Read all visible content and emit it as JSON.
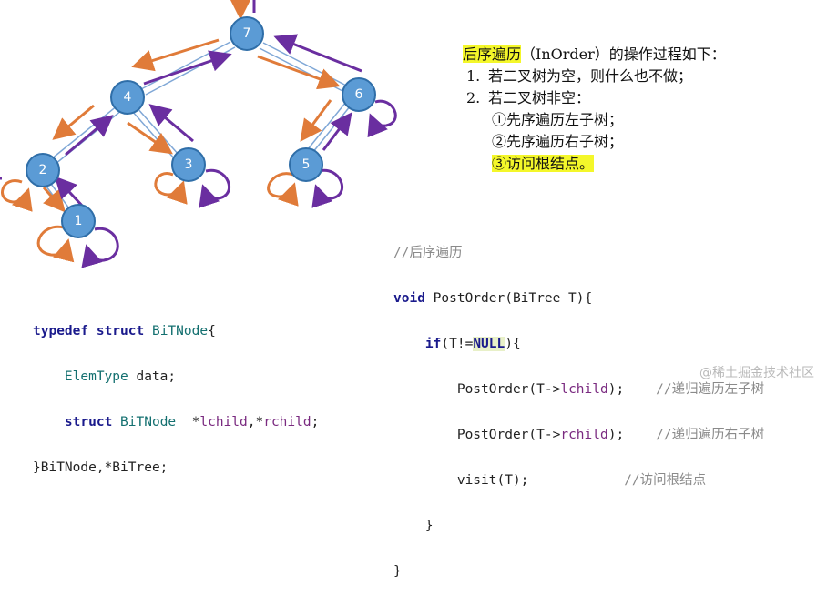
{
  "tree": {
    "nodes": [
      {
        "id": "7",
        "label": "7"
      },
      {
        "id": "4",
        "label": "4"
      },
      {
        "id": "6",
        "label": "6"
      },
      {
        "id": "2",
        "label": "2"
      },
      {
        "id": "3",
        "label": "3"
      },
      {
        "id": "5",
        "label": "5"
      },
      {
        "id": "1",
        "label": "1"
      }
    ],
    "edges": [
      [
        "7",
        "4"
      ],
      [
        "7",
        "6"
      ],
      [
        "4",
        "2"
      ],
      [
        "4",
        "3"
      ],
      [
        "6",
        "5"
      ],
      [
        "2",
        "1"
      ]
    ],
    "colors": {
      "node_fill": "#5b9bd5",
      "node_stroke": "#2f6ea8",
      "descend_arrow": "#e07b39",
      "ascend_arrow": "#6a2ea0",
      "edge_line": "#7fa7d6"
    }
  },
  "description": {
    "title_highlight": "后序遍历",
    "title_rest": "（InOrder）的操作过程如下：",
    "item1_num": "1.",
    "item1_text": "若二叉树为空，则什么也不做；",
    "item2_num": "2.",
    "item2_text": "若二叉树非空：",
    "step1": "①先序遍历左子树；",
    "step2": "②先序遍历右子树；",
    "step3": "③访问根结点。",
    "highlight_color": "#f4f72a"
  },
  "code_left": {
    "l1_kw1": "typedef",
    "l1_kw2": "struct",
    "l1_type": "BiTNode",
    "l1_rest": "{",
    "l2_type": "ElemType",
    "l2_rest": " data;",
    "l3_kw": "struct",
    "l3_type": "BiTNode",
    "l3_star1": "  *",
    "l3_f1": "lchild",
    "l3_mid": ",*",
    "l3_f2": "rchild",
    "l3_end": ";",
    "l4": "}BiTNode,*BiTree;"
  },
  "code_right": {
    "comment_title": "//后序遍历",
    "l2_kw": "void",
    "l2_rest": " PostOrder(BiTree T){",
    "l3_kw": "if",
    "l3_a": "(T!=",
    "l3_null": "NULL",
    "l3_b": "){",
    "l4_a": "PostOrder(T->",
    "l4_f": "lchild",
    "l4_b": ");",
    "l4_cmt": "//递归遍历左子树",
    "l5_a": "PostOrder(T->",
    "l5_f": "rchild",
    "l5_b": ");",
    "l5_cmt": "//递归遍历右子树",
    "l6_a": "visit(T);",
    "l6_cmt": "//访问根结点",
    "l7": "}",
    "l8": "}"
  },
  "watermark": "@稀土掘金技术社区"
}
